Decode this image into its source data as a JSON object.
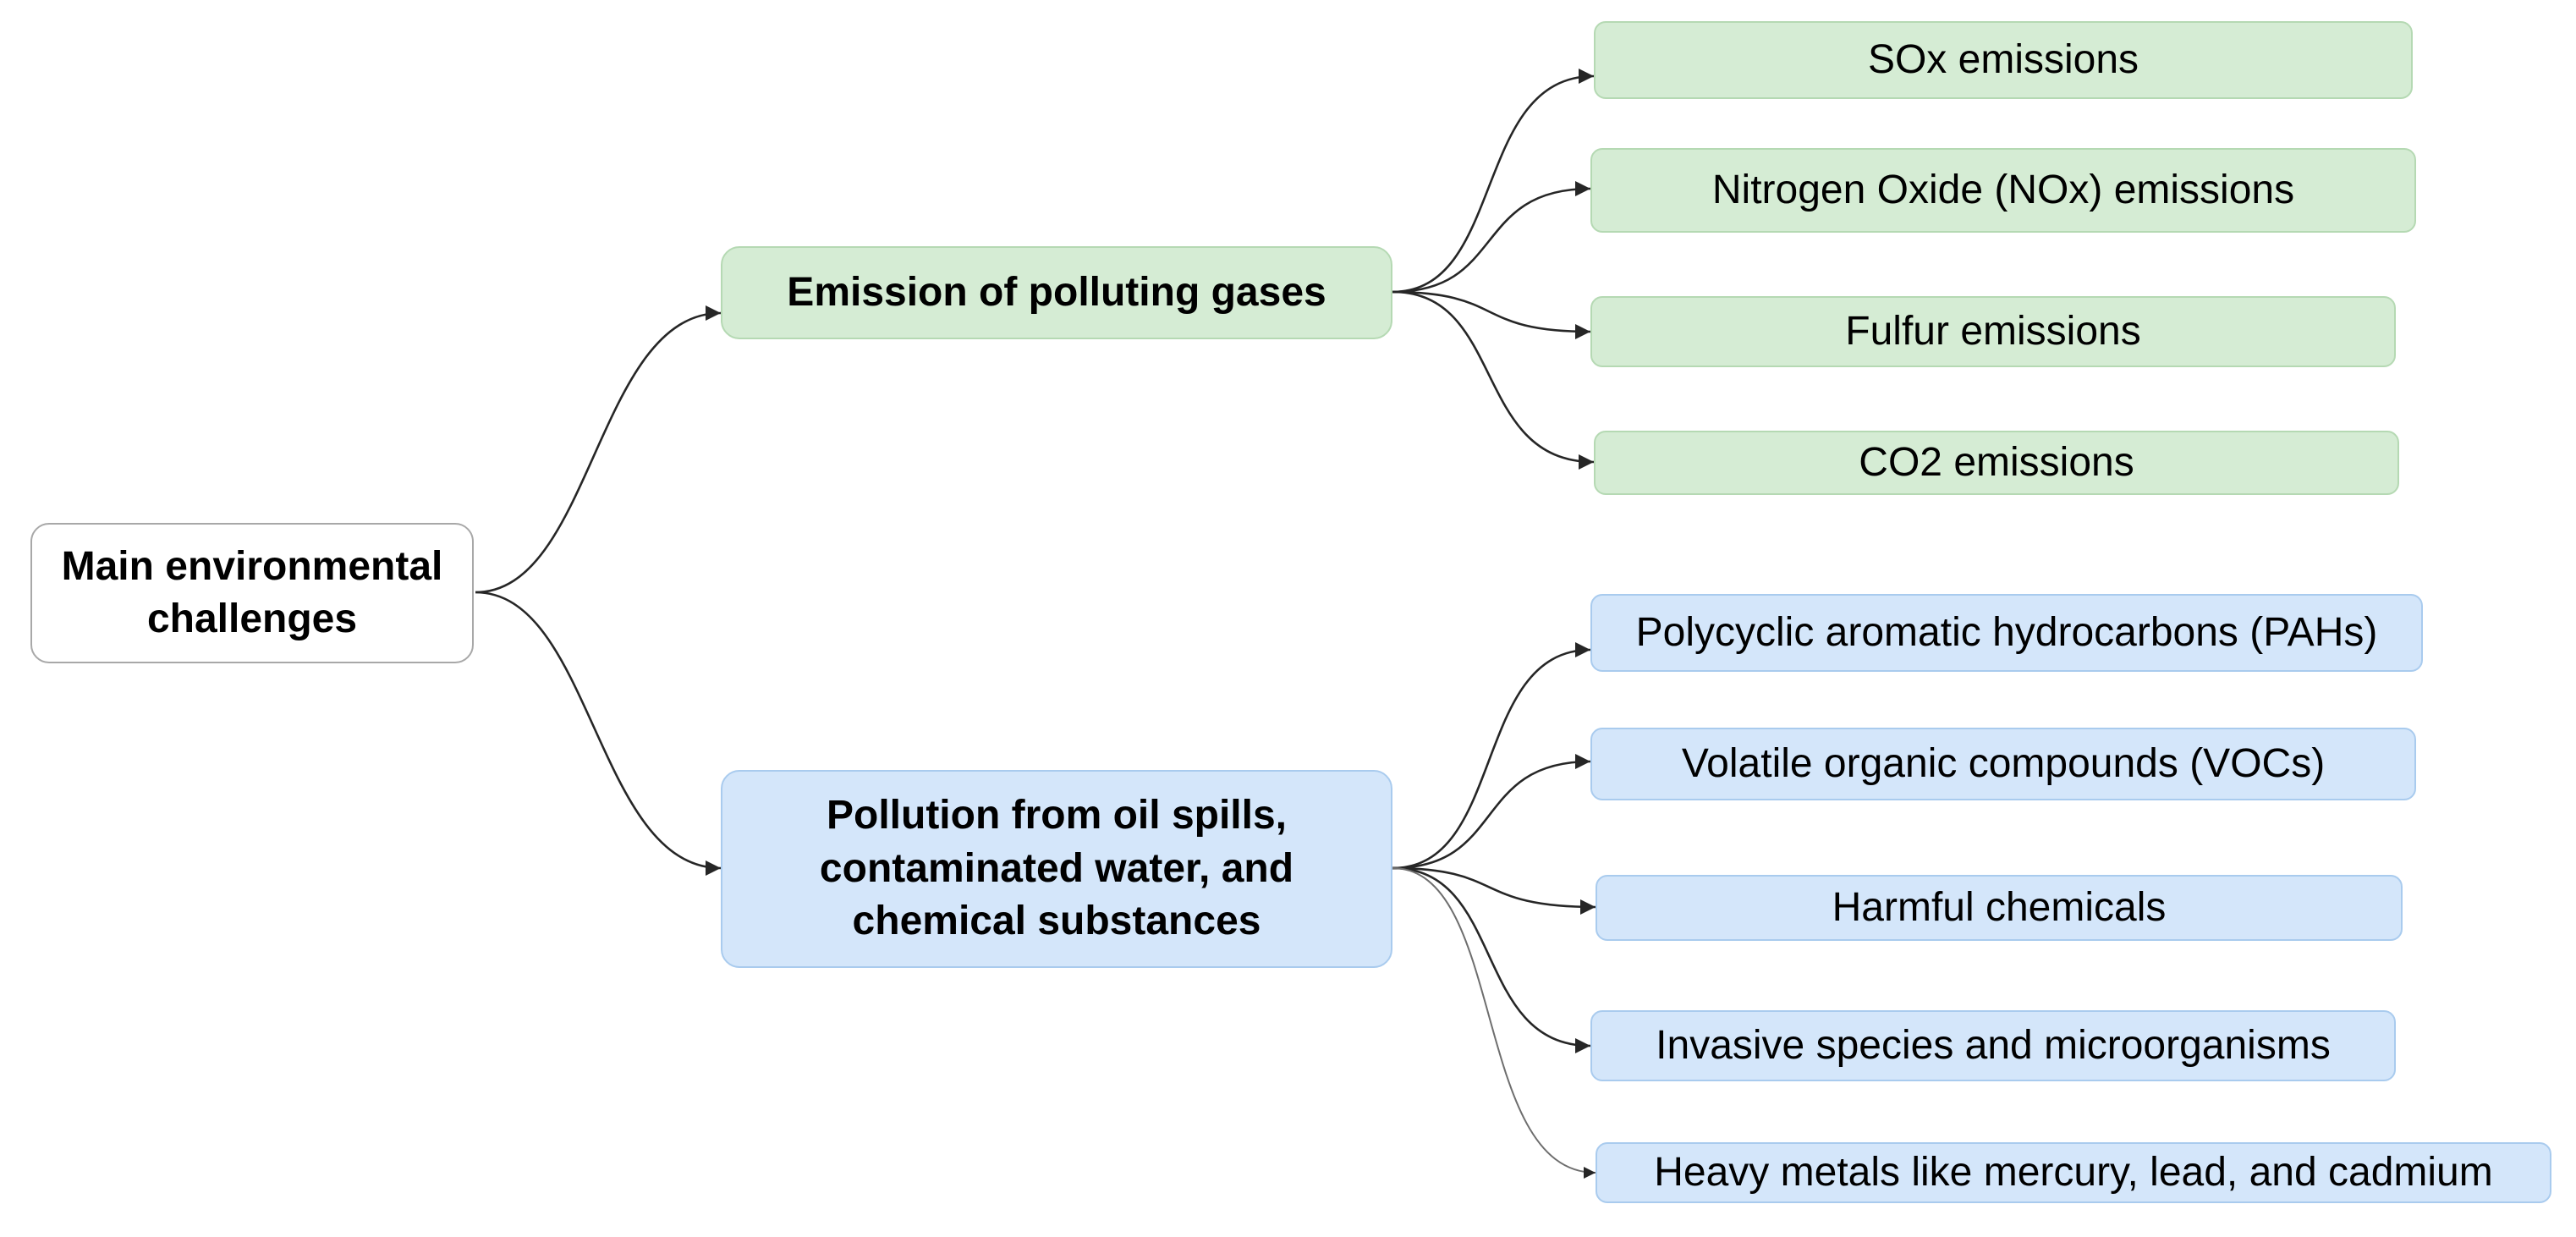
{
  "root": {
    "label": "Main environmental challenges"
  },
  "branches": [
    {
      "label": "Emission of polluting gases",
      "color": "#d5ecd4",
      "children": [
        "SOx emissions",
        "Nitrogen Oxide (NOx) emissions",
        "Fulfur emissions",
        "CO2 emissions"
      ]
    },
    {
      "label": "Pollution from oil spills, contaminated water, and chemical substances",
      "color": "#d4e6fa",
      "children": [
        "Polycyclic aromatic hydrocarbons (PAHs)",
        "Volatile organic compounds (VOCs)",
        "Harmful chemicals",
        "Invasive species and microorganisms",
        "Heavy metals like mercury, lead, and cadmium"
      ]
    }
  ]
}
